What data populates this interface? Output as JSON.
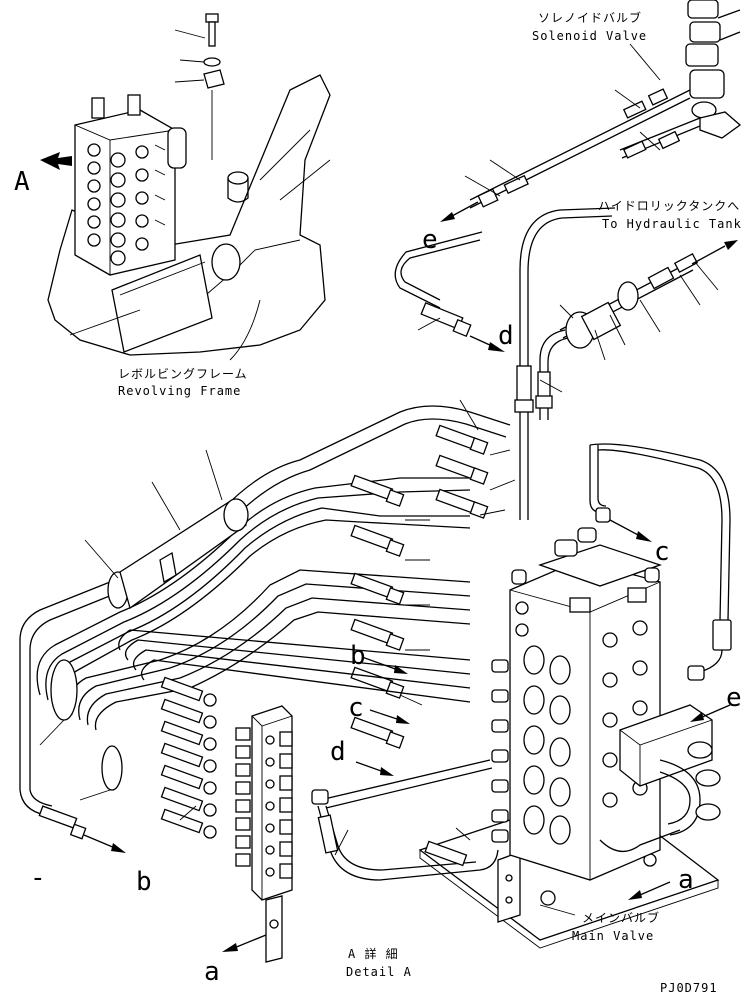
{
  "labels": {
    "solenoid_valve_jp": "ソレノイドバルブ",
    "solenoid_valve_en": "Solenoid Valve",
    "hydraulic_tank_jp": "ハイドロリックタンクへ",
    "hydraulic_tank_en": "To Hydraulic Tank",
    "revolving_frame_jp": "レボルビングフレーム",
    "revolving_frame_en": "Revolving Frame",
    "main_valve_jp": "メインバルブ",
    "main_valve_en": "Main Valve",
    "detail_jp": "A 詳 細",
    "detail_en": "Detail A",
    "view_mark": "A",
    "drawing_number": "PJ0D791"
  },
  "connection_letters": {
    "e_top": "e",
    "d_top": "d",
    "c_right": "c",
    "e_right": "e",
    "b_mid": "b",
    "c_mid": "c",
    "d_mid": "d",
    "a_right": "a",
    "b_left": "b",
    "a_bottom": "a",
    "dash_left": "-"
  }
}
